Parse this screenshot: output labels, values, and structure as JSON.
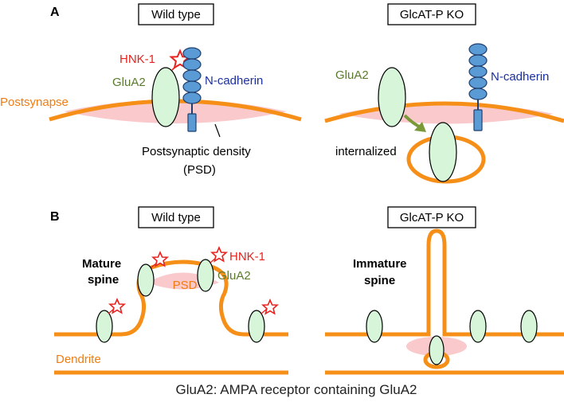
{
  "panels": {
    "A": {
      "letter": "A",
      "wildtype_title": "Wild type",
      "ko_title": "GlcAT-P KO",
      "hnk1": "HNK-1",
      "glua2": "GluA2",
      "ncadherin": "N-cadherin",
      "postsynapse": "Postsynapse",
      "psd_line1": "Postsynaptic density",
      "psd_line2": "(PSD)",
      "ko_glua2": "GluA2",
      "ko_ncadherin": "N-cadherin",
      "internalized": "internalized"
    },
    "B": {
      "letter": "B",
      "wildtype_title": "Wild type",
      "ko_title": "GlcAT-P KO",
      "mature_line1": "Mature",
      "mature_line2": "spine",
      "psd": "PSD",
      "hnk1": "HNK-1",
      "glua2": "GluA2",
      "dendrite": "Dendrite",
      "immature_line1": "Immature",
      "immature_line2": "spine"
    }
  },
  "caption": "GluA2: AMPA receptor containing GluA2",
  "colors": {
    "membrane": "#f58f18",
    "psd_fill": "#f9c9cc",
    "receptor_fill": "#d6f5d9",
    "hnk1_red": "#e8231f",
    "cadherin_blue": "#5b9bd5",
    "arrow_green": "#7a9a3a"
  }
}
